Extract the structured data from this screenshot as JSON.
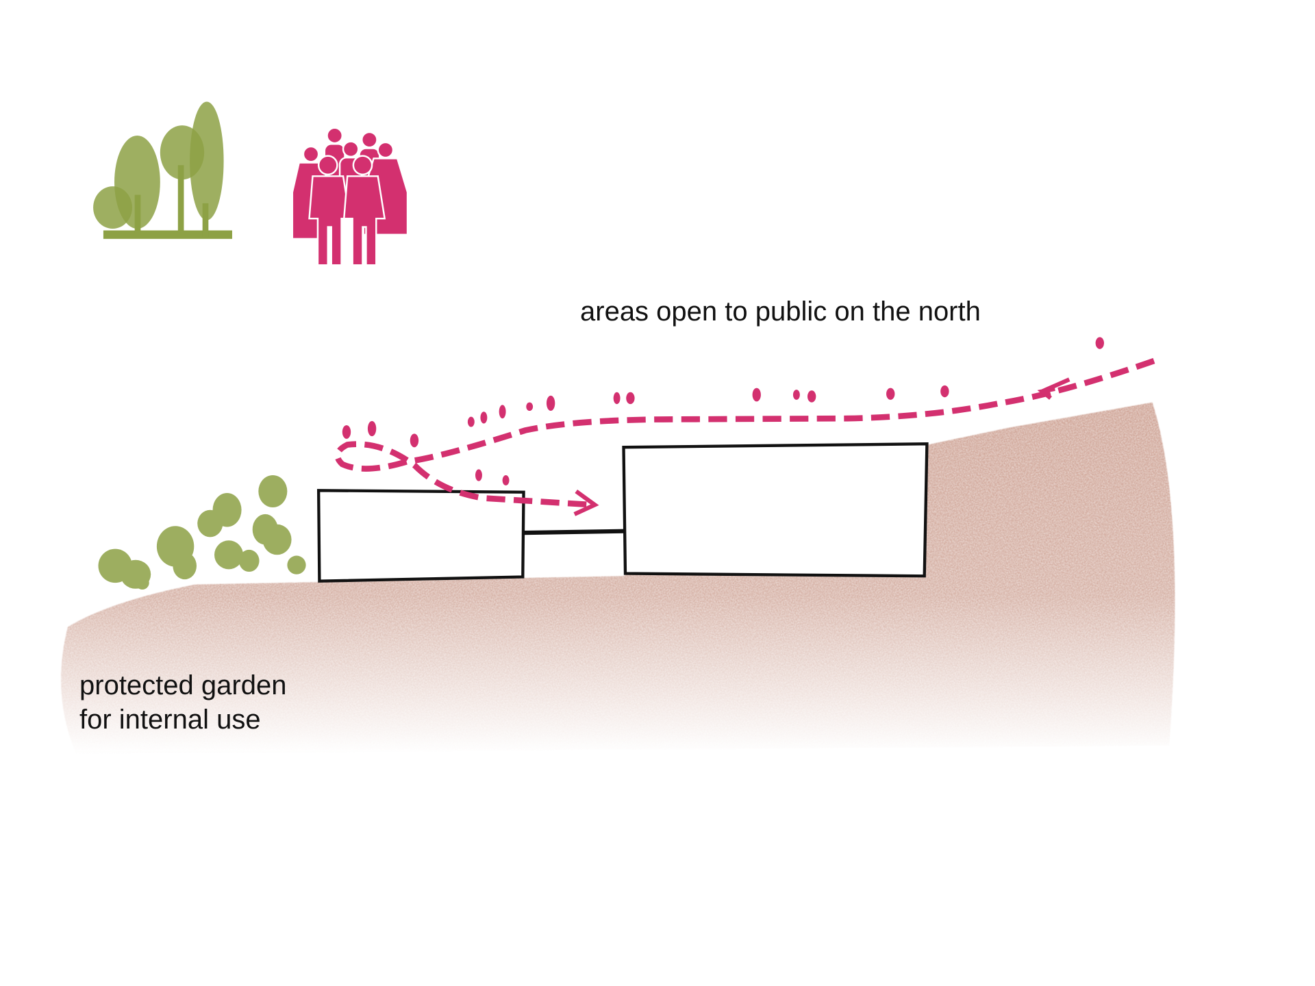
{
  "labels": {
    "public_area": "areas open to public on the north",
    "garden_line1": "protected garden",
    "garden_line2": "for internal use"
  },
  "icons": {
    "trees": "trees-icon",
    "people": "crowd-icon"
  },
  "colors": {
    "vegetation": "#8da145",
    "people_path": "#d3306f",
    "ground": "#c4907f",
    "building_outline": "#111111"
  }
}
